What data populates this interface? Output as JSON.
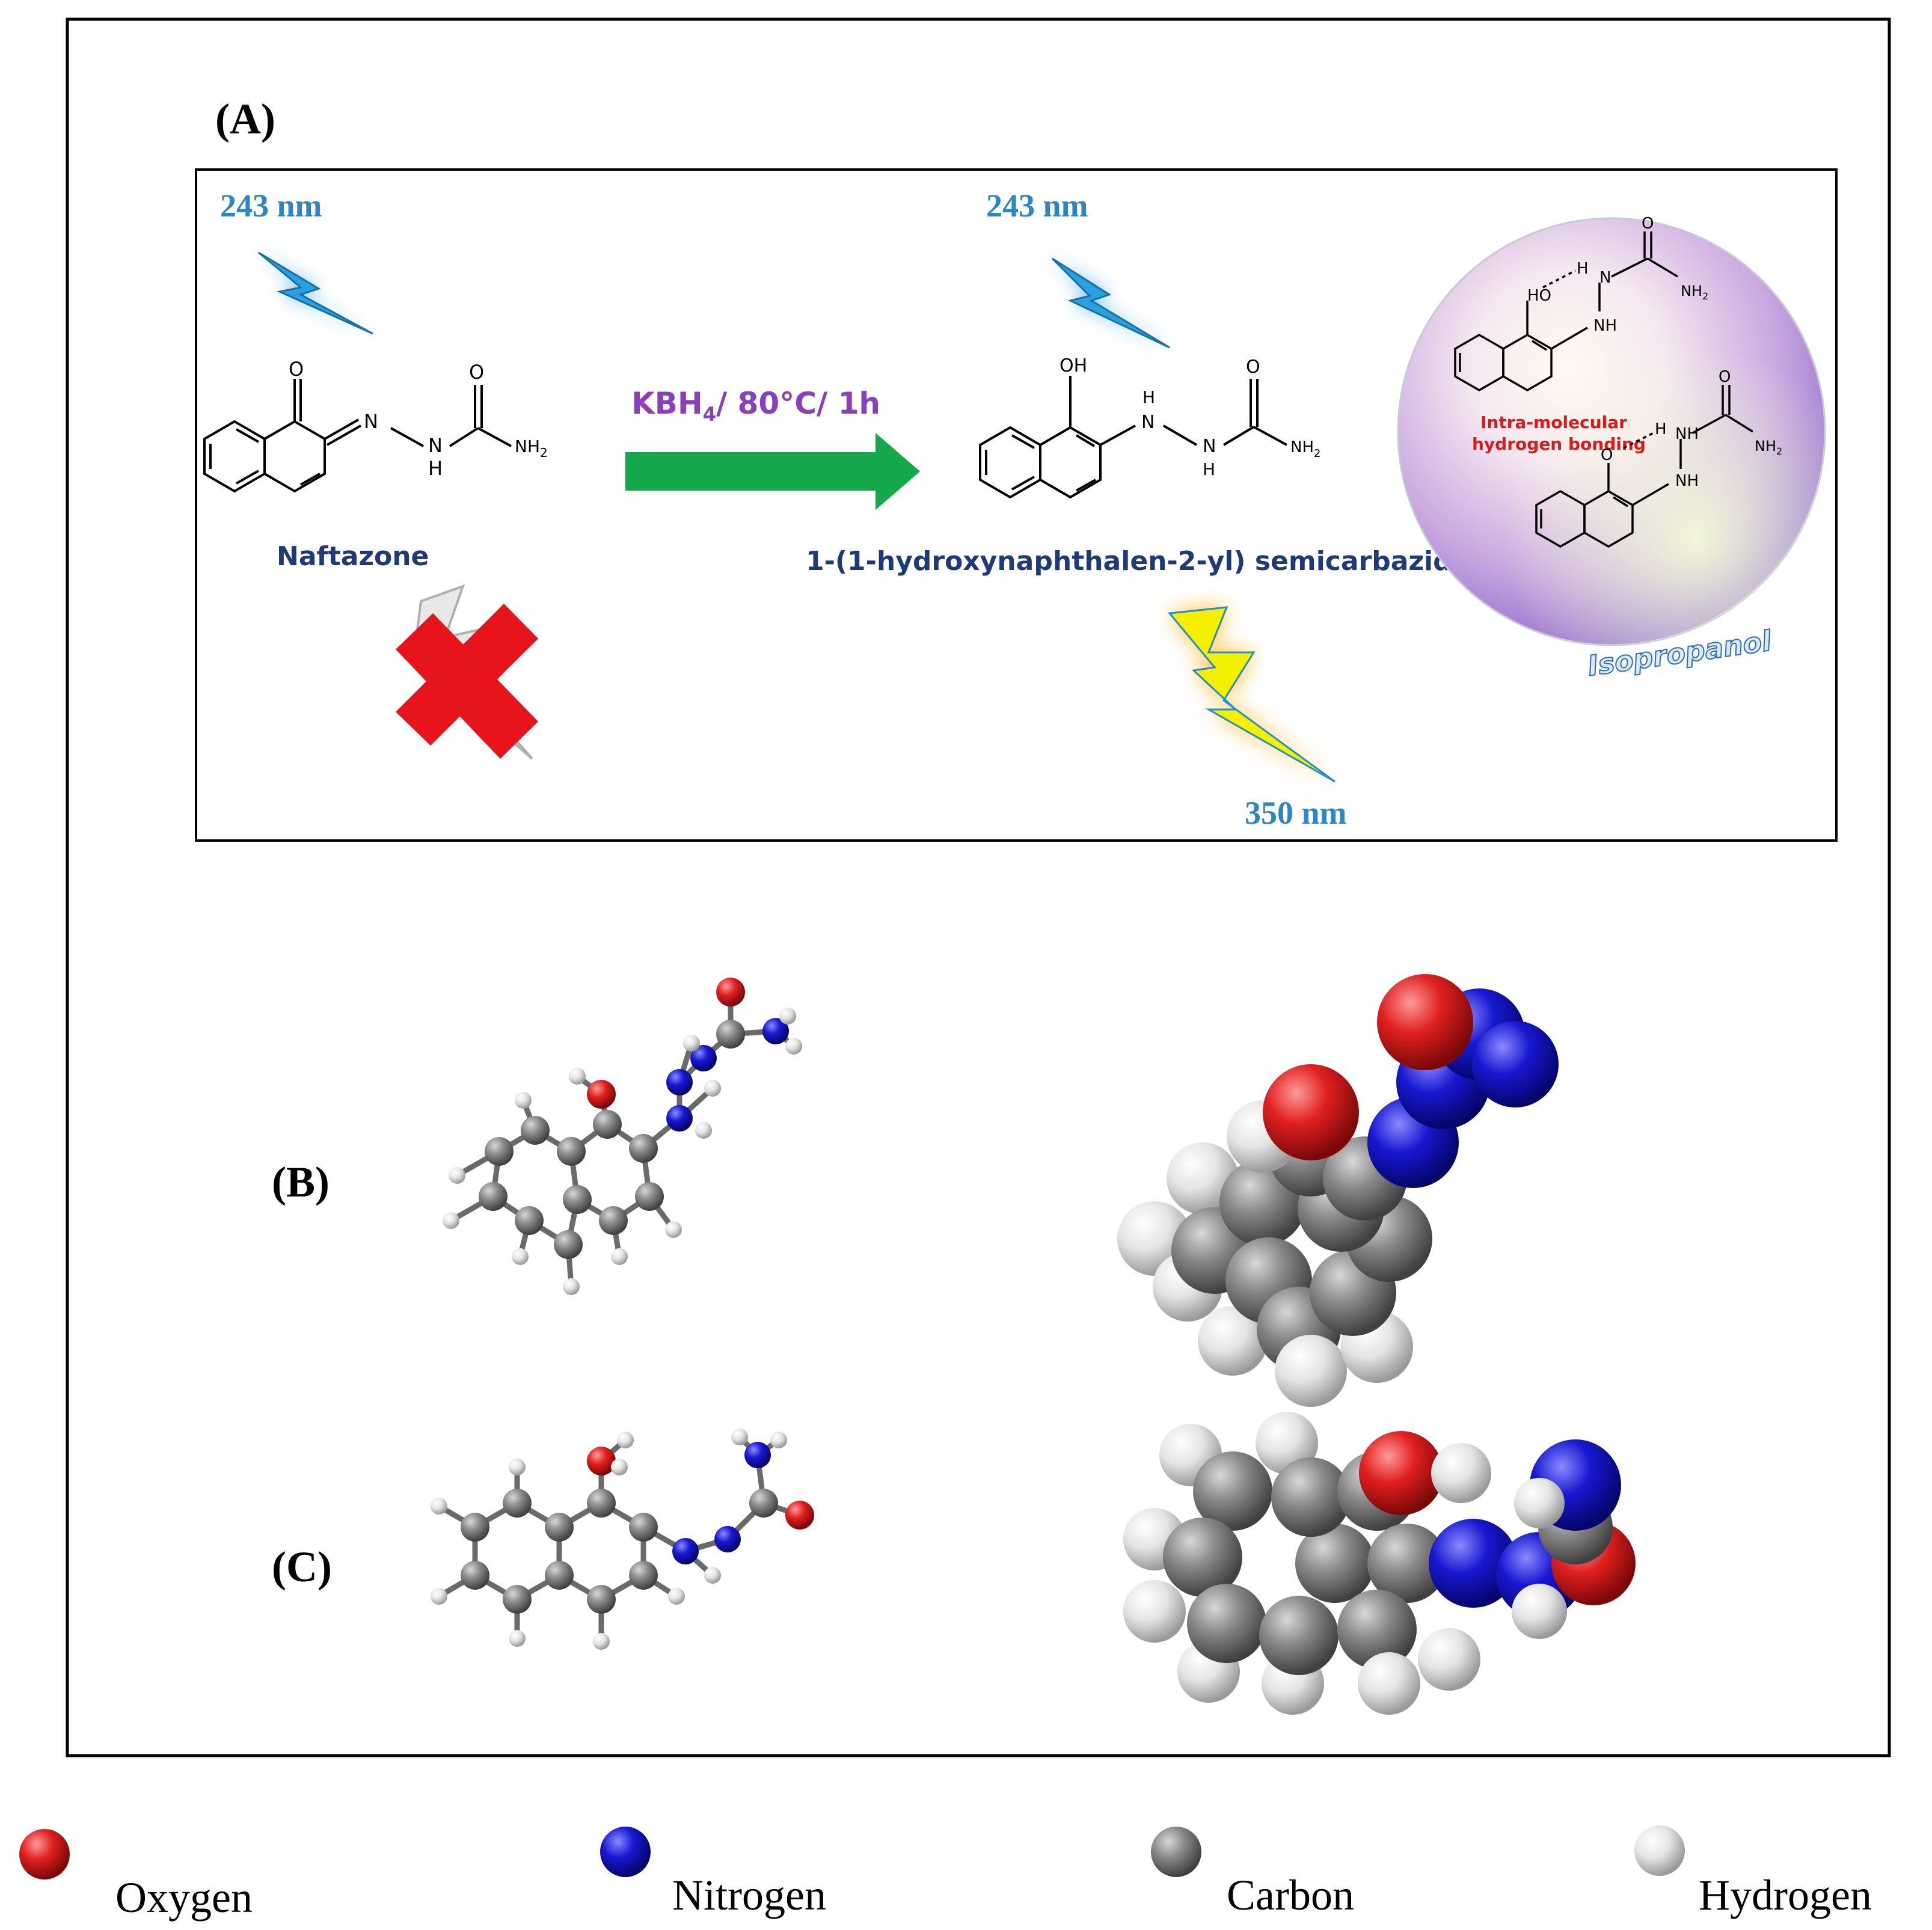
{
  "panels": {
    "a_label": "(A)",
    "b_label": "(B)",
    "c_label": "(C)"
  },
  "scheme": {
    "wavelength_left": "243 nm",
    "wavelength_right": "243 nm",
    "wavelength_emission": "350 nm",
    "reactant_name": "Naftazone",
    "product_name": "1-(1-hydroxynaphthalen-2-yl) semicarbazide",
    "reagent_main": "KBH",
    "reagent_sub": "4",
    "reagent_rest": "/ 80°C/ 1h",
    "solvent": "Isopropanol",
    "hbond_line1": "Intra-molecular",
    "hbond_line2": "hydrogen bonding"
  },
  "atoms": {
    "oxygen": "O",
    "nitrogen": "N",
    "hydroxyl": "OH",
    "ho": "HO",
    "amine": "NH",
    "nh2": "NH",
    "nh2_sub": "2",
    "hydrogen": "H"
  },
  "legend": [
    {
      "label": "Oxygen",
      "color": "#d42020"
    },
    {
      "label": "Nitrogen",
      "color": "#1a1ac8"
    },
    {
      "label": "Carbon",
      "color": "#7a7a7a"
    },
    {
      "label": "Hydrogen",
      "color": "#e8e8e8"
    }
  ],
  "colors": {
    "bolt_blue": "#2aa0e0",
    "bolt_yellow": "#f5f000",
    "arrow_green": "#14a84a",
    "reagent_purple": "#8a3fc0",
    "name_navy": "#1f3a78",
    "wavelength_blue": "#2b86c8",
    "hbond_red": "#e01818",
    "cross_red": "#e8141c"
  }
}
